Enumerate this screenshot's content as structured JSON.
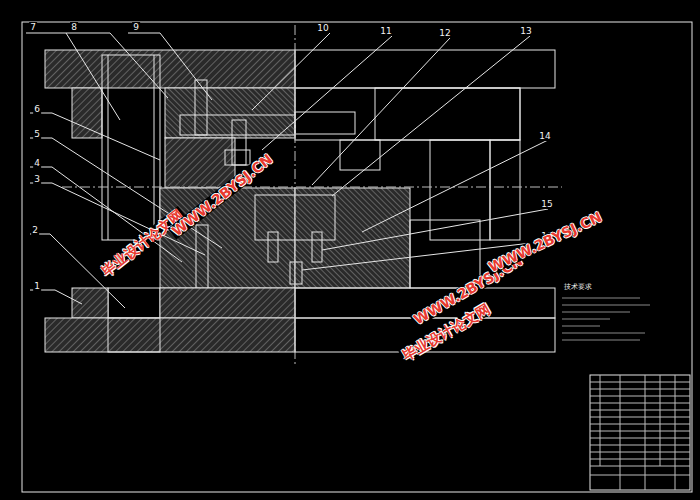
{
  "diagram": {
    "labels": [
      "1",
      "2",
      "3",
      "4",
      "5",
      "6",
      "7",
      "8",
      "9",
      "10",
      "11",
      "12",
      "13",
      "14",
      "15",
      "16",
      "技术要求",
      "毕业设计论文网",
      "WWW.2BYSJ.CN",
      "毕业设计论文网",
      "WWW.2BYSJ.CN",
      "WWW.2BYSJ.CN"
    ]
  }
}
